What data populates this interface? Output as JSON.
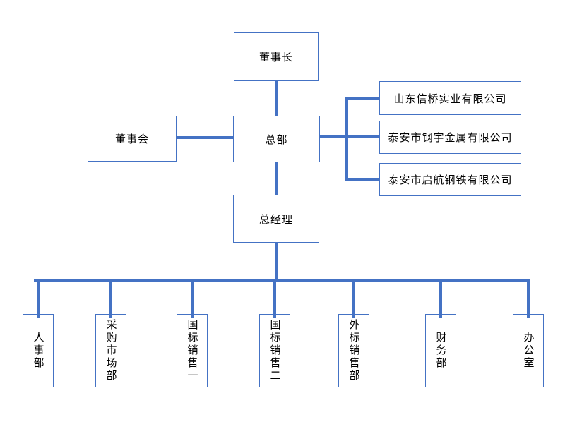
{
  "diagram": {
    "type": "org-chart",
    "accent_color": "#4472C4",
    "text_color": "#000000",
    "nodes": {
      "chairman": {
        "label": "董事长"
      },
      "board": {
        "label": "董事会"
      },
      "headquarters": {
        "label": "总部"
      },
      "general_manager": {
        "label": "总经理"
      }
    },
    "subsidiaries": [
      {
        "label": "山东信桥实业有限公司"
      },
      {
        "label": "泰安市钢宇金属有限公司"
      },
      {
        "label": "泰安市启航钢铁有限公司"
      }
    ],
    "departments": [
      {
        "label": "人事部"
      },
      {
        "label": "采购市场部"
      },
      {
        "label": "国标销售一"
      },
      {
        "label": "国标销售二"
      },
      {
        "label": "外标销售部"
      },
      {
        "label": "财务部"
      },
      {
        "label": "办公室"
      }
    ]
  }
}
